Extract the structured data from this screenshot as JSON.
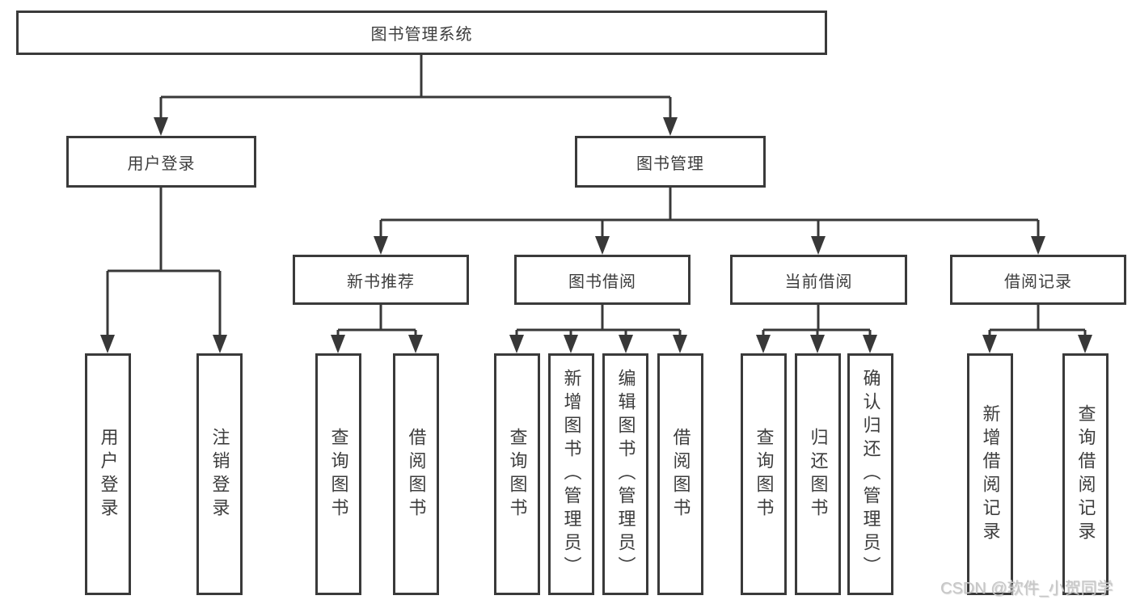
{
  "diagram": {
    "root": {
      "label": "图书管理系统"
    },
    "level1": [
      {
        "label": "用户登录"
      },
      {
        "label": "图书管理"
      }
    ],
    "level2": [
      {
        "label": "新书推荐"
      },
      {
        "label": "图书借阅"
      },
      {
        "label": "当前借阅"
      },
      {
        "label": "借阅记录"
      }
    ],
    "leaves": {
      "user_login": [
        "用户登录",
        "注销登录"
      ],
      "new_book_rec": [
        "查询图书",
        "借阅图书"
      ],
      "book_borrow": [
        "查询图书",
        "新增图书（管理员）",
        "编辑图书（管理员）",
        "借阅图书"
      ],
      "current_borrow": [
        "查询图书",
        "归还图书",
        "确认归还（管理员）"
      ],
      "borrow_records": [
        "新增借阅记录",
        "查询借阅记录"
      ]
    }
  },
  "line_color": "#383838",
  "watermark": {
    "text": "CSDN @软件_小贺同学"
  }
}
